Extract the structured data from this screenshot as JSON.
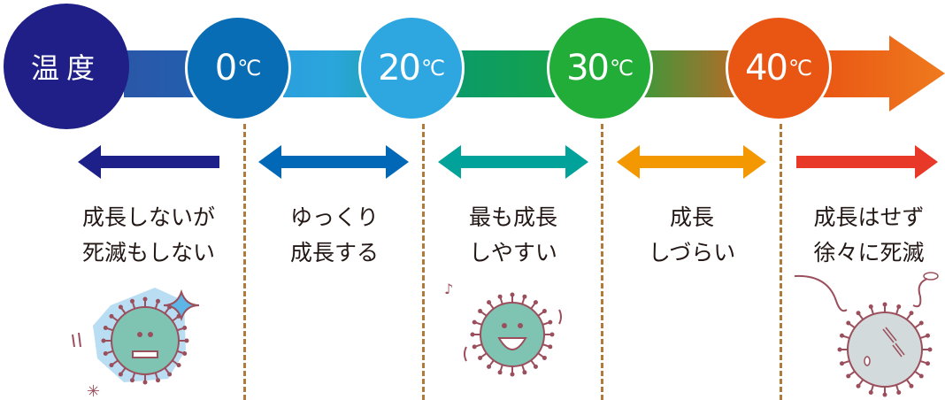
{
  "title": "温度",
  "temperatures": [
    {
      "value": "0",
      "unit": "℃",
      "color": "#086db5"
    },
    {
      "value": "20",
      "unit": "℃",
      "color": "#2ea7e0"
    },
    {
      "value": "30",
      "unit": "℃",
      "color": "#22ac38"
    },
    {
      "value": "40",
      "unit": "℃",
      "color": "#e95513"
    }
  ],
  "ranges": [
    {
      "line1": "成長しないが",
      "line2": "死滅もしない",
      "color": "#1d2088"
    },
    {
      "line1": "ゆっくり",
      "line2": "成長する",
      "color": "#0068b7"
    },
    {
      "line1": "最も成長",
      "line2": "しやすい",
      "color": "#00a29a"
    },
    {
      "line1": "成長",
      "line2": "しづらい",
      "color": "#f39800"
    },
    {
      "line1": "成長はせず",
      "line2": "徐々に死滅",
      "color": "#e83828"
    }
  ]
}
